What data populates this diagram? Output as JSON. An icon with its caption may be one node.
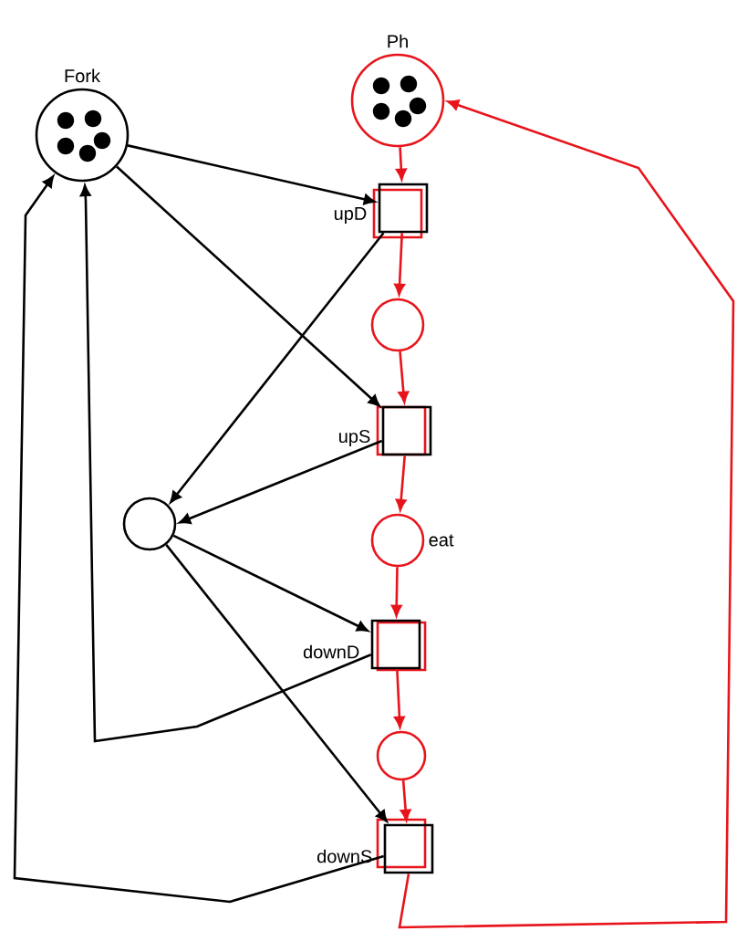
{
  "diagram": {
    "nodes": [
      {
        "text": [
          "Fork"
        ]
      },
      {
        "text": [
          "Ph"
        ]
      },
      {
        "text": [
          "upD"
        ]
      },
      {
        "text": [],
        "shape": "circle"
      },
      {
        "text": [
          "upS"
        ]
      },
      {
        "text": [],
        "shape": "circle"
      },
      {
        "text": [
          "eat"
        ]
      },
      {
        "text": [
          "downD"
        ]
      },
      {
        "text": [],
        "shape": "circle"
      },
      {
        "text": [
          "downS"
        ]
      }
    ],
    "edges": [
      {
        "from": 0,
        "to": 2,
        "arrow": "to"
      },
      {
        "from": 0,
        "to": 4,
        "arrow": "to"
      },
      {
        "from": 2,
        "to": 5,
        "arrow": "to"
      },
      {
        "from": 4,
        "to": 5,
        "arrow": "to"
      },
      {
        "from": 5,
        "to": 7,
        "arrow": "to"
      },
      {
        "from": 5,
        "to": 9,
        "arrow": "to"
      },
      {
        "from": 7,
        "to": 0,
        "arrow": "to"
      },
      {
        "from": 9,
        "to": 0,
        "arrow": "to"
      },
      {
        "from": 1,
        "to": 2,
        "arrow": "to",
        "color": "#e8141b"
      },
      {
        "from": 2,
        "to": 3,
        "arrow": "to",
        "color": "#e8141b"
      },
      {
        "from": 3,
        "to": 4,
        "arrow": "to",
        "color": "#e8141b"
      },
      {
        "from": 4,
        "to": 6,
        "arrow": "to",
        "color": "#e8141b"
      },
      {
        "from": 6,
        "to": 7,
        "arrow": "to",
        "color": "#e8141b"
      },
      {
        "from": 7,
        "to": 8,
        "arrow": "to",
        "color": "#e8141b"
      },
      {
        "from": 8,
        "to": 9,
        "arrow": "to",
        "color": "#e8141b"
      },
      {
        "from": 9,
        "to": 1,
        "arrow": "to",
        "color": "#e8141b"
      }
    ]
  }
}
